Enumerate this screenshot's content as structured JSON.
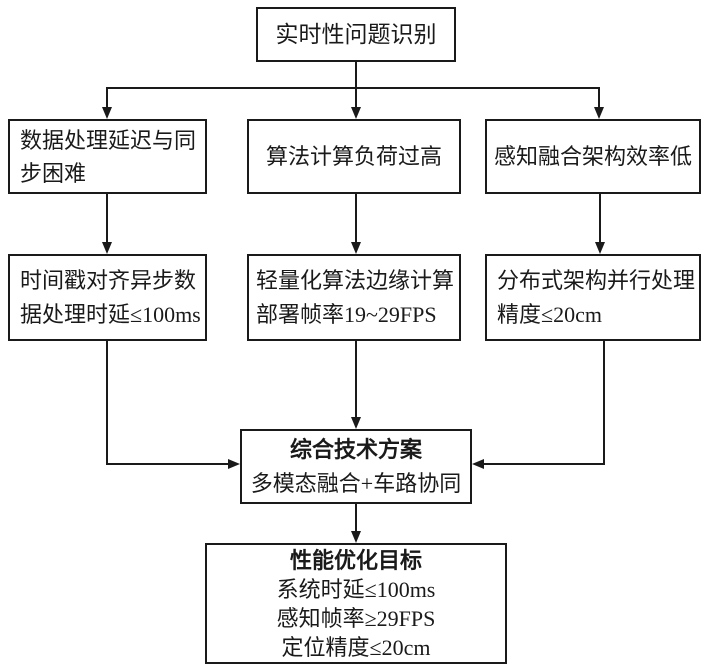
{
  "flowchart": {
    "root": {
      "label": "实时性问题识别"
    },
    "problems": [
      {
        "lines": [
          "数据处理延迟与同",
          "步困难"
        ]
      },
      {
        "lines": [
          "算法计算负荷过高"
        ]
      },
      {
        "lines": [
          "感知融合架构效率低"
        ]
      }
    ],
    "solutions": [
      {
        "lines": [
          "时间戳对齐异步数",
          "据处理时延≤100ms"
        ]
      },
      {
        "lines": [
          "轻量化算法边缘计算",
          "部署帧率19~29FPS"
        ]
      },
      {
        "lines": [
          "分布式架构并行处理",
          "精度≤20cm"
        ]
      }
    ],
    "integrated": {
      "title": "综合技术方案",
      "subtitle": "多模态融合+车路协同"
    },
    "goals": {
      "title": "性能优化目标",
      "lines": [
        "系统时延≤100ms",
        "感知帧率≥29FPS",
        "定位精度≤20cm"
      ]
    },
    "colors": {
      "line": "#1a1a1a",
      "text": "#1a1a1a",
      "background": "#ffffff"
    }
  }
}
